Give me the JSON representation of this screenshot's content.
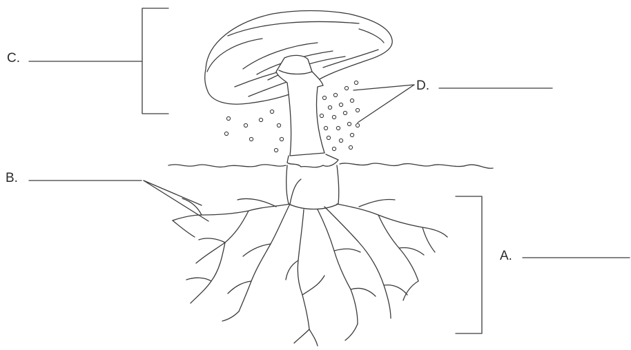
{
  "labels": {
    "a": "A.",
    "b": "B.",
    "c": "C.",
    "d": "D."
  },
  "colors": {
    "ink": "#3a3a3a",
    "background": "#ffffff"
  }
}
